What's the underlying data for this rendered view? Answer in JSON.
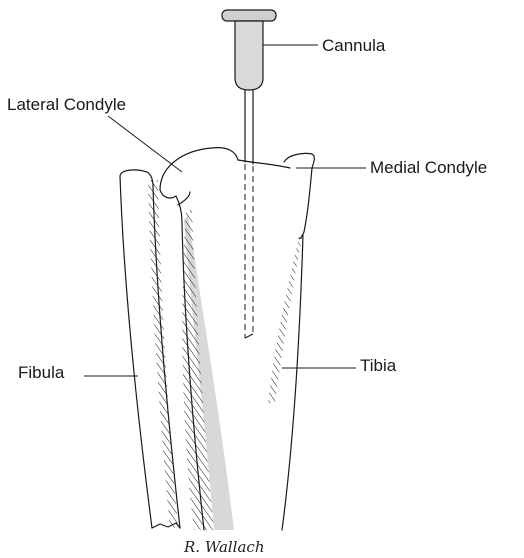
{
  "labels": {
    "cannula": "Cannula",
    "lateral_condyle": "Lateral Condyle",
    "medial_condyle": "Medial Condyle",
    "fibula": "Fibula",
    "tibia": "Tibia"
  },
  "signature": "R. Wallach",
  "colors": {
    "ink": "#1a1a1a",
    "shading": "#d8d8d8",
    "cannula_fill": "#d9d9d9"
  }
}
